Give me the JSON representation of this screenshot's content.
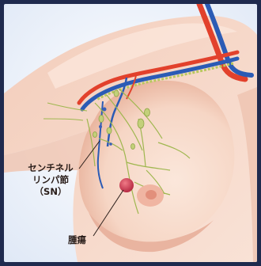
{
  "labels": {
    "sentinel_node_line1": "センチネル",
    "sentinel_node_line2": "リンパ節",
    "sentinel_node_line3": "（SN）",
    "tumor": "腫瘍"
  },
  "colors": {
    "frame": "#1f2a4e",
    "background": "#eef3fb",
    "skin_light": "#f8dccd",
    "skin_shadow": "#eab7a2",
    "artery": "#e2412c",
    "vein": "#2b5bb5",
    "lymph": "#9fb74f",
    "tumor": "#c8304a",
    "nipple": "#e7a08e"
  }
}
